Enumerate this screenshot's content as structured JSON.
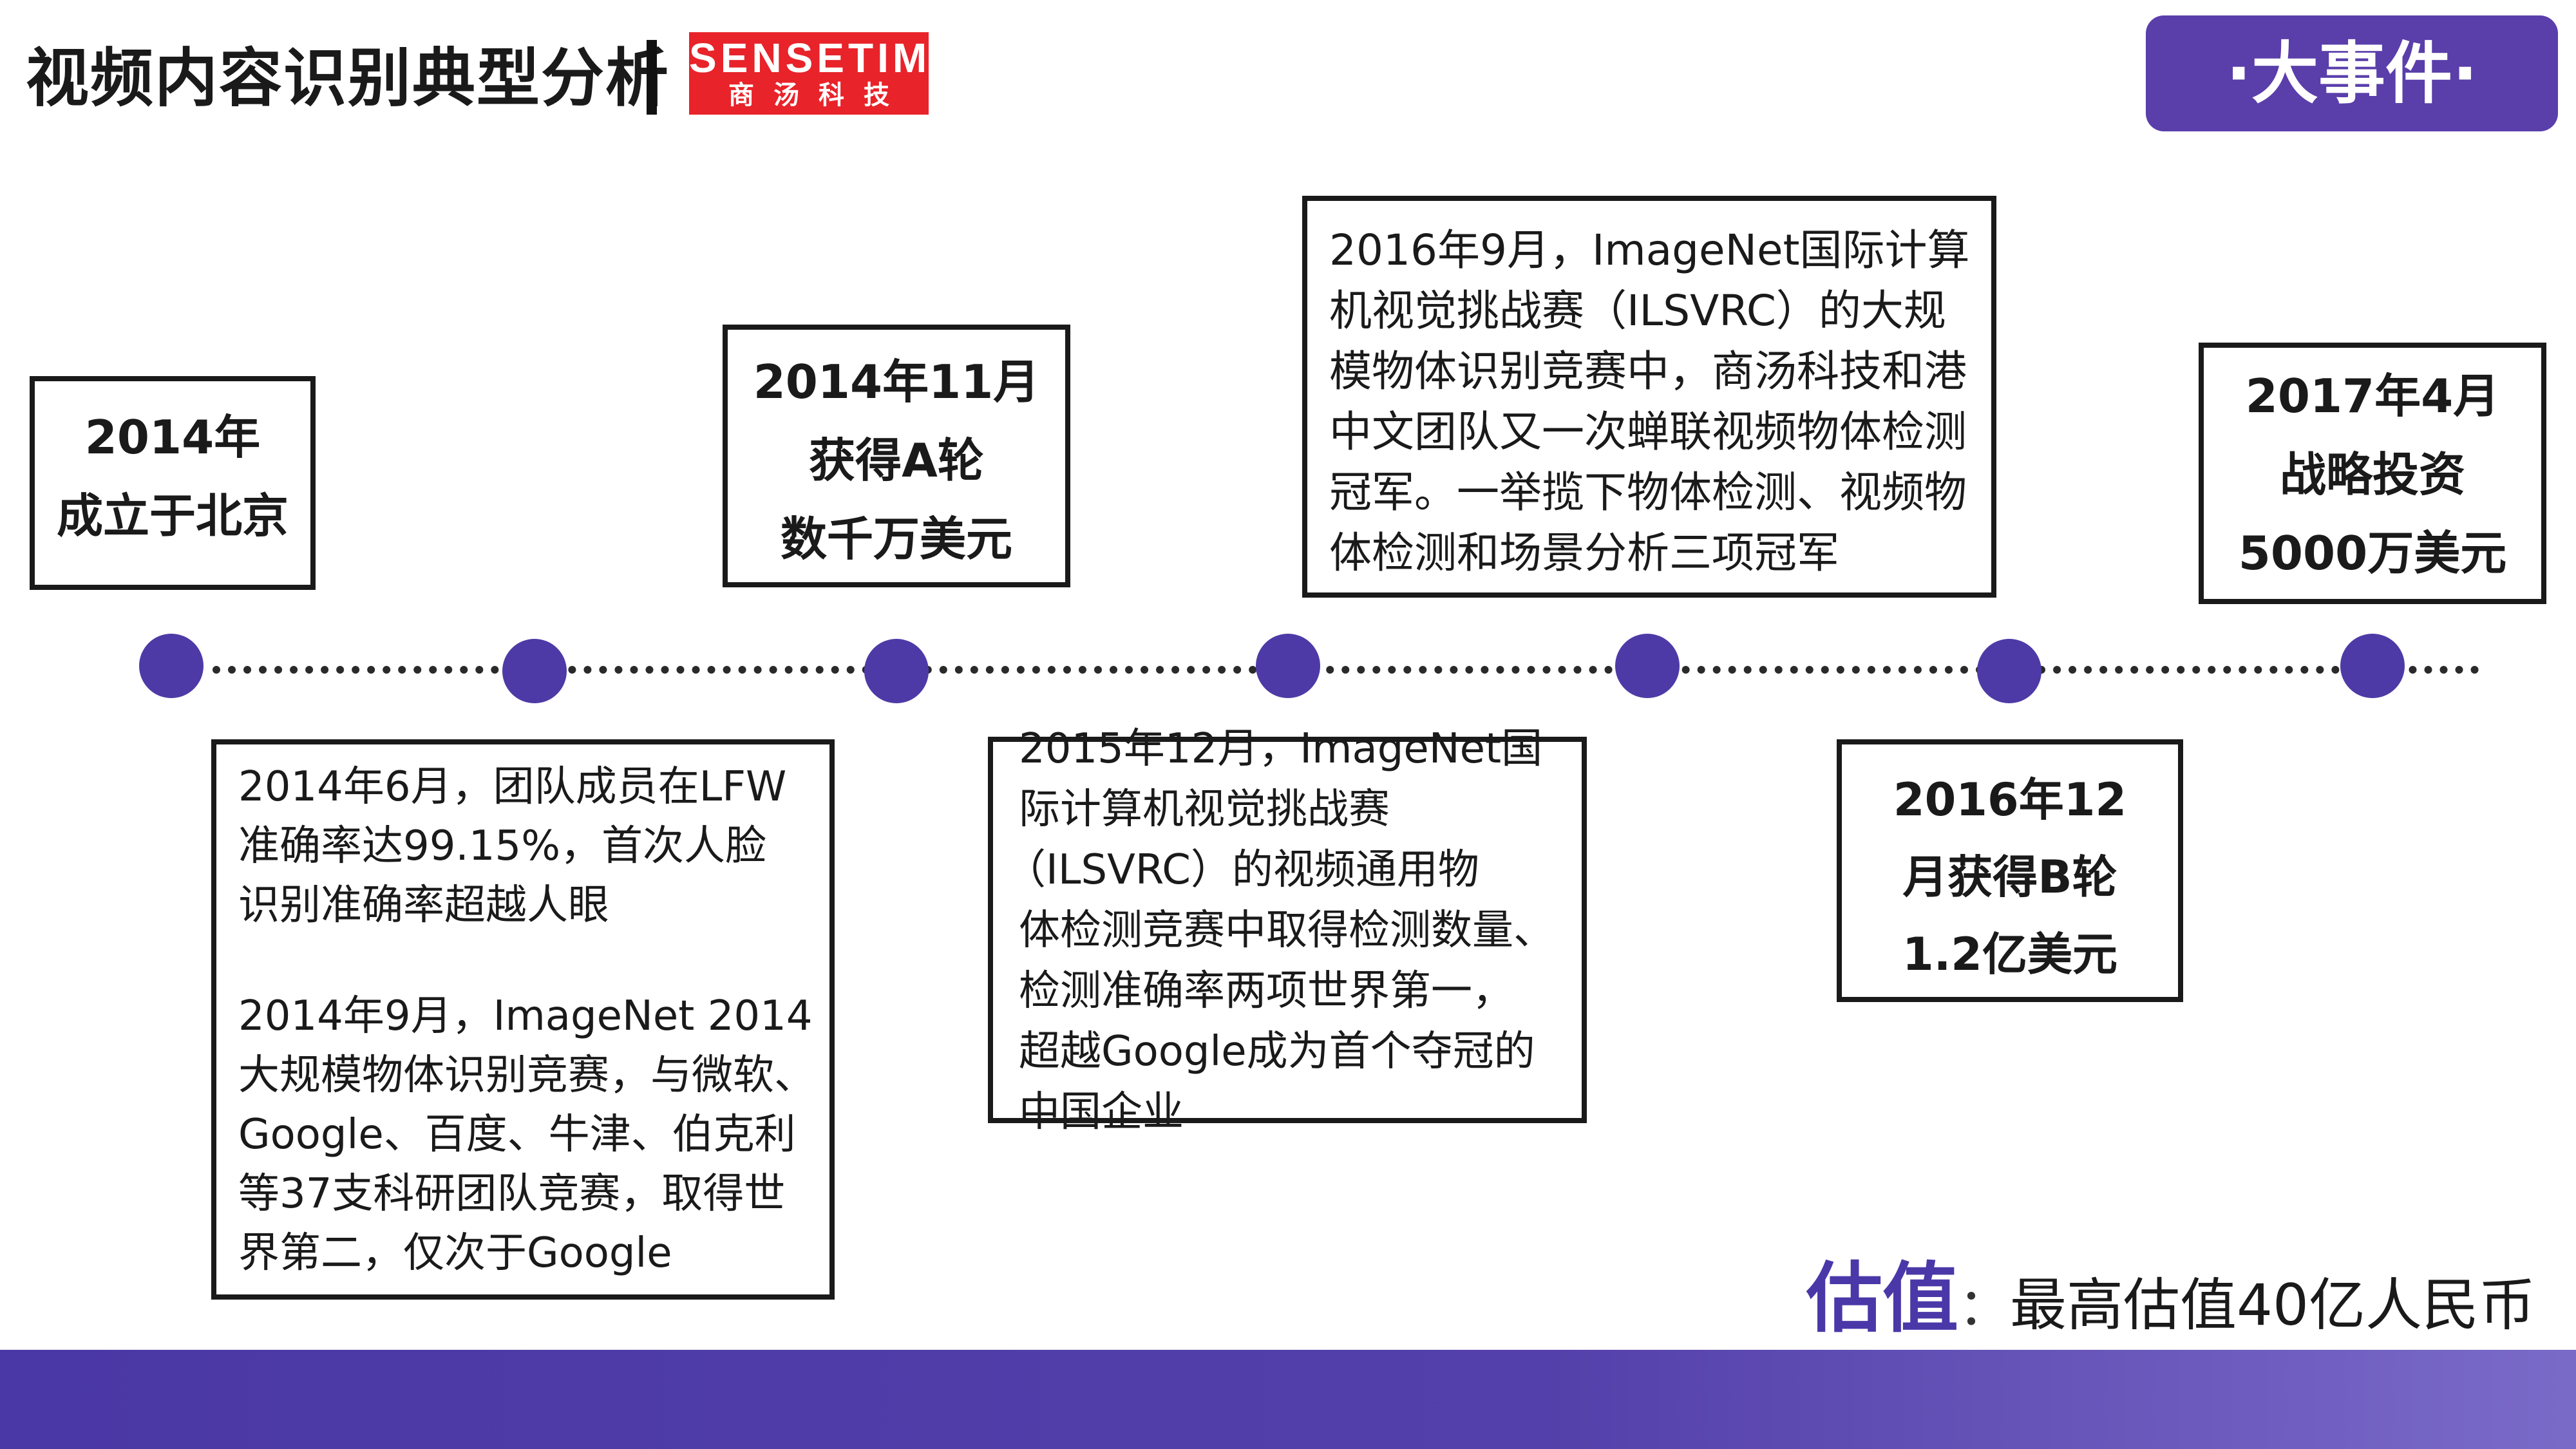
{
  "header": {
    "title": "视频内容识别典型分析",
    "logo_en": "SENSETIME",
    "logo_cn": "商汤科技",
    "event_tag": "·大事件·"
  },
  "events_top": [
    {
      "lines": [
        "2014年",
        "成立于北京"
      ]
    },
    {
      "lines": [
        "2014年11月",
        "获得A轮",
        "数千万美元"
      ]
    },
    {
      "lines": [
        "2016年9月，ImageNet国际计算",
        "机视觉挑战赛（ILSVRC）的大规",
        "模物体识别竞赛中，商汤科技和港",
        "中文团队又一次蝉联视频物体检测",
        "冠军。一举揽下物体检测、视频物",
        "体检测和场景分析三项冠军"
      ]
    },
    {
      "lines": [
        "2017年4月",
        "战略投资",
        "5000万美元"
      ]
    }
  ],
  "events_bottom": [
    {
      "para1": [
        " 2014年6月，团队成员在LFW",
        "准确率达99.15%，首次人脸",
        "识别准确率超越人眼"
      ],
      "para2": [
        " 2014年9月，ImageNet 2014",
        "大规模物体识别竞赛，与微软、",
        "Google、百度、牛津、伯克利",
        "等37支科研团队竞赛，取得世",
        "界第二，仅次于Google"
      ]
    },
    {
      "lines": [
        "2015年12月，ImageNet国",
        "际计算机视觉挑战赛",
        "（ILSVRC）的视频通用物",
        "体检测竞赛中取得检测数量、",
        "检测准确率两项世界第一，",
        "超越Google成为首个夺冠的",
        "中国企业"
      ]
    },
    {
      "lines": [
        "2016年12",
        "月获得B轮",
        "1.2亿美元"
      ]
    }
  ],
  "valuation": {
    "key": "估值",
    "separator": "：",
    "text": "最高估值40亿人民币"
  },
  "colors": {
    "accent": "#4e3aa6",
    "logo_red": "#e8232a"
  }
}
